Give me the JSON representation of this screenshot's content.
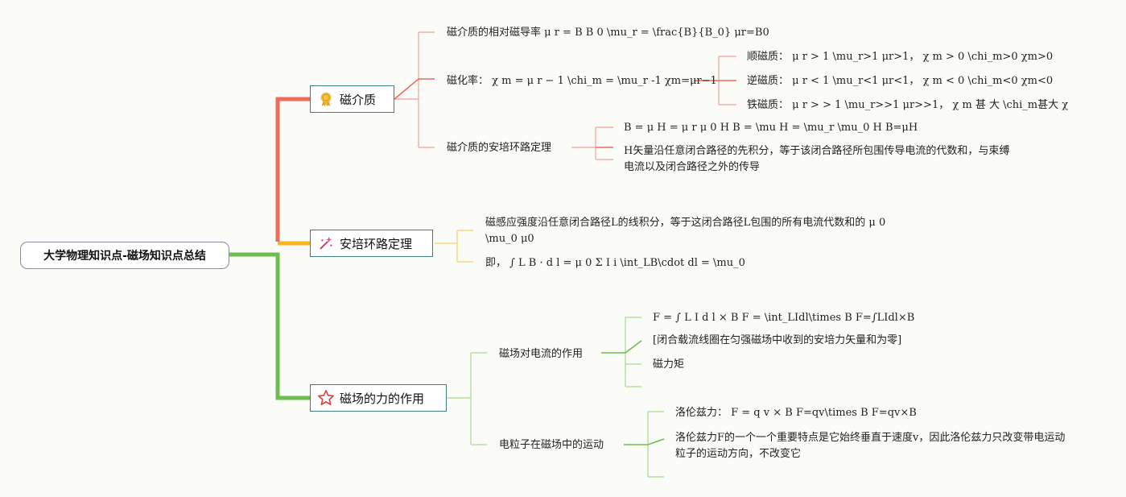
{
  "root": {
    "label": "大学物理知识点-磁场知识点总结"
  },
  "branches": {
    "b1": {
      "label": "磁介质",
      "icon": "medal-icon",
      "color": "#ef6b5b"
    },
    "b2": {
      "label": "安培环路定理",
      "icon": "sparkle-wand-icon",
      "color": "#f7b51f"
    },
    "b3": {
      "label": "磁场的力的作用",
      "icon": "star-icon",
      "color": "#6fbd4f"
    }
  },
  "b1_children": {
    "n1": "磁介质的相对磁导率 μ r = B B 0 \\mu_r = \\frac{B}{B_0} μr=B0",
    "n2": "磁化率： χ m = μ r − 1 \\chi_m = \\mu_r -1 χm=μr−1",
    "n2_children": {
      "a": "顺磁质： μ r > 1 \\mu_r>1 μr>1， χ m > 0 \\chi_m>0 χm>0",
      "b": "逆磁质： μ r < 1 \\mu_r<1 μr<1， χ m < 0 \\chi_m<0 χm<0",
      "c": "铁磁质： μ r > > 1 \\mu_r>>1 μr>>1， χ m 甚 大 \\chi_m甚大 χ"
    },
    "n3": "磁介质的安培环路定理",
    "n3_children": {
      "a": "B = μ H = μ r μ 0 H B = \\mu H = \\mu_r \\mu_0 H B=μH",
      "b": "H矢量沿任意闭合路径的先积分，等于该闭合路径所包围传导电流的代数和，与束缚电流以及闭合路径之外的传导"
    }
  },
  "b2_children": {
    "a": "磁感应强度沿任意闭合路径L的线积分，等于这闭合路径L包围的所有电流代数和的 μ 0 \\mu_0 μ0",
    "b": "即， ∫ L B · d l = μ 0 Σ I i \\int_LB\\cdot dl = \\mu_0"
  },
  "b3_children": {
    "n1": "磁场对电流的作用",
    "n1_children": {
      "a": "F = ∫ L I d l × B F = \\int_LIdl\\times B F=∫LIdl×B",
      "b": "[闭合载流线圈在匀强磁场中收到的安培力矢量和为零]",
      "c": "磁力矩"
    },
    "n2": "电粒子在磁场中的运动",
    "n2_children": {
      "a": "洛伦兹力： F = q v × B F=qv\\times B F=qv×B",
      "b": "洛伦兹力F的一个一个重要特点是它始终垂直于速度v，因此洛伦兹力只改变带电运动粒子的运动方向，不改变它"
    }
  }
}
